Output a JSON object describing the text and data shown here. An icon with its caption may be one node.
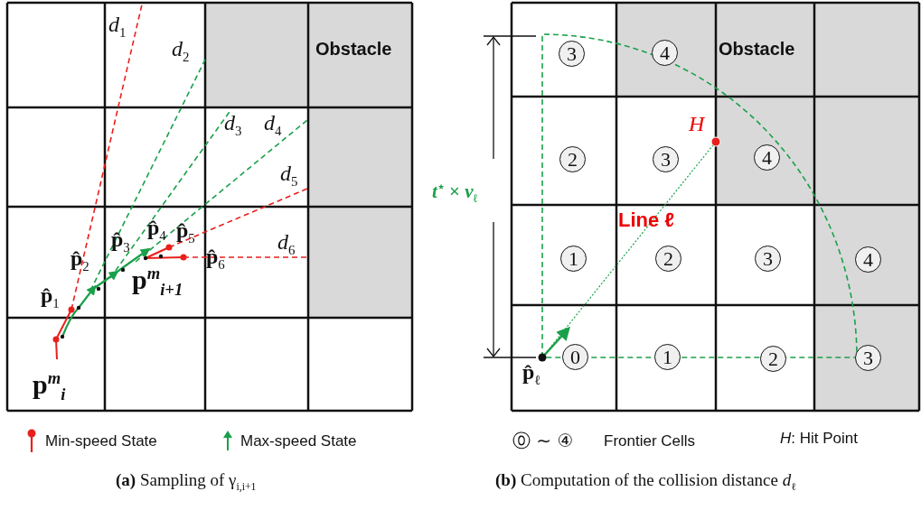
{
  "diagram": {
    "nodes": [
      {
        "text": [
          "3"
        ]
      },
      {
        "text": [
          "4"
        ]
      },
      {
        "text": [
          "2"
        ]
      },
      {
        "text": [
          "3"
        ]
      },
      {
        "text": [
          "4"
        ]
      },
      {
        "text": [
          "1"
        ]
      },
      {
        "text": [
          "2"
        ]
      },
      {
        "text": [
          "3"
        ]
      },
      {
        "text": [
          "4"
        ]
      },
      {
        "text": [
          "0"
        ]
      },
      {
        "text": [
          "1"
        ]
      },
      {
        "text": [
          "2"
        ]
      },
      {
        "text": [
          "3"
        ]
      }
    ],
    "labels": [
      "*d*$_{1}$",
      "*d*$_{2}$",
      "Obstacle",
      "*d*$_{3}$",
      "*d*$_{4}$",
      "*d*$_{5}$",
      "**p̂**$_{3}$",
      "**p̂**$_{4}$",
      "**p̂**$_{5}$",
      "*d*$_{6}$",
      "**p̂**$_{2}$",
      "**p̂**$_{6}$",
      "**p**$^{m}$$_{i+1}$",
      "**p̂**$_{1}$",
      "**p**$^{m}$$_{i}$",
      "Obstacle",
      "H",
      "*t*$^{⋆}$ × *v*$_{ℓ}$",
      "Line ℓ",
      "**p̂**$_{ℓ}$",
      "⓪ ∼ ④",
      "Frontier Cells",
      "*H*: Hit Point",
      "**(a)** Sampling of γ$_{i,i+1}$",
      "**(b)** Computation of the collision distance *d*$_{ℓ}$"
    ],
    "legend": [
      {
        "text": "Min-speed State"
      },
      {
        "text": "Max-speed State"
      }
    ]
  }
}
